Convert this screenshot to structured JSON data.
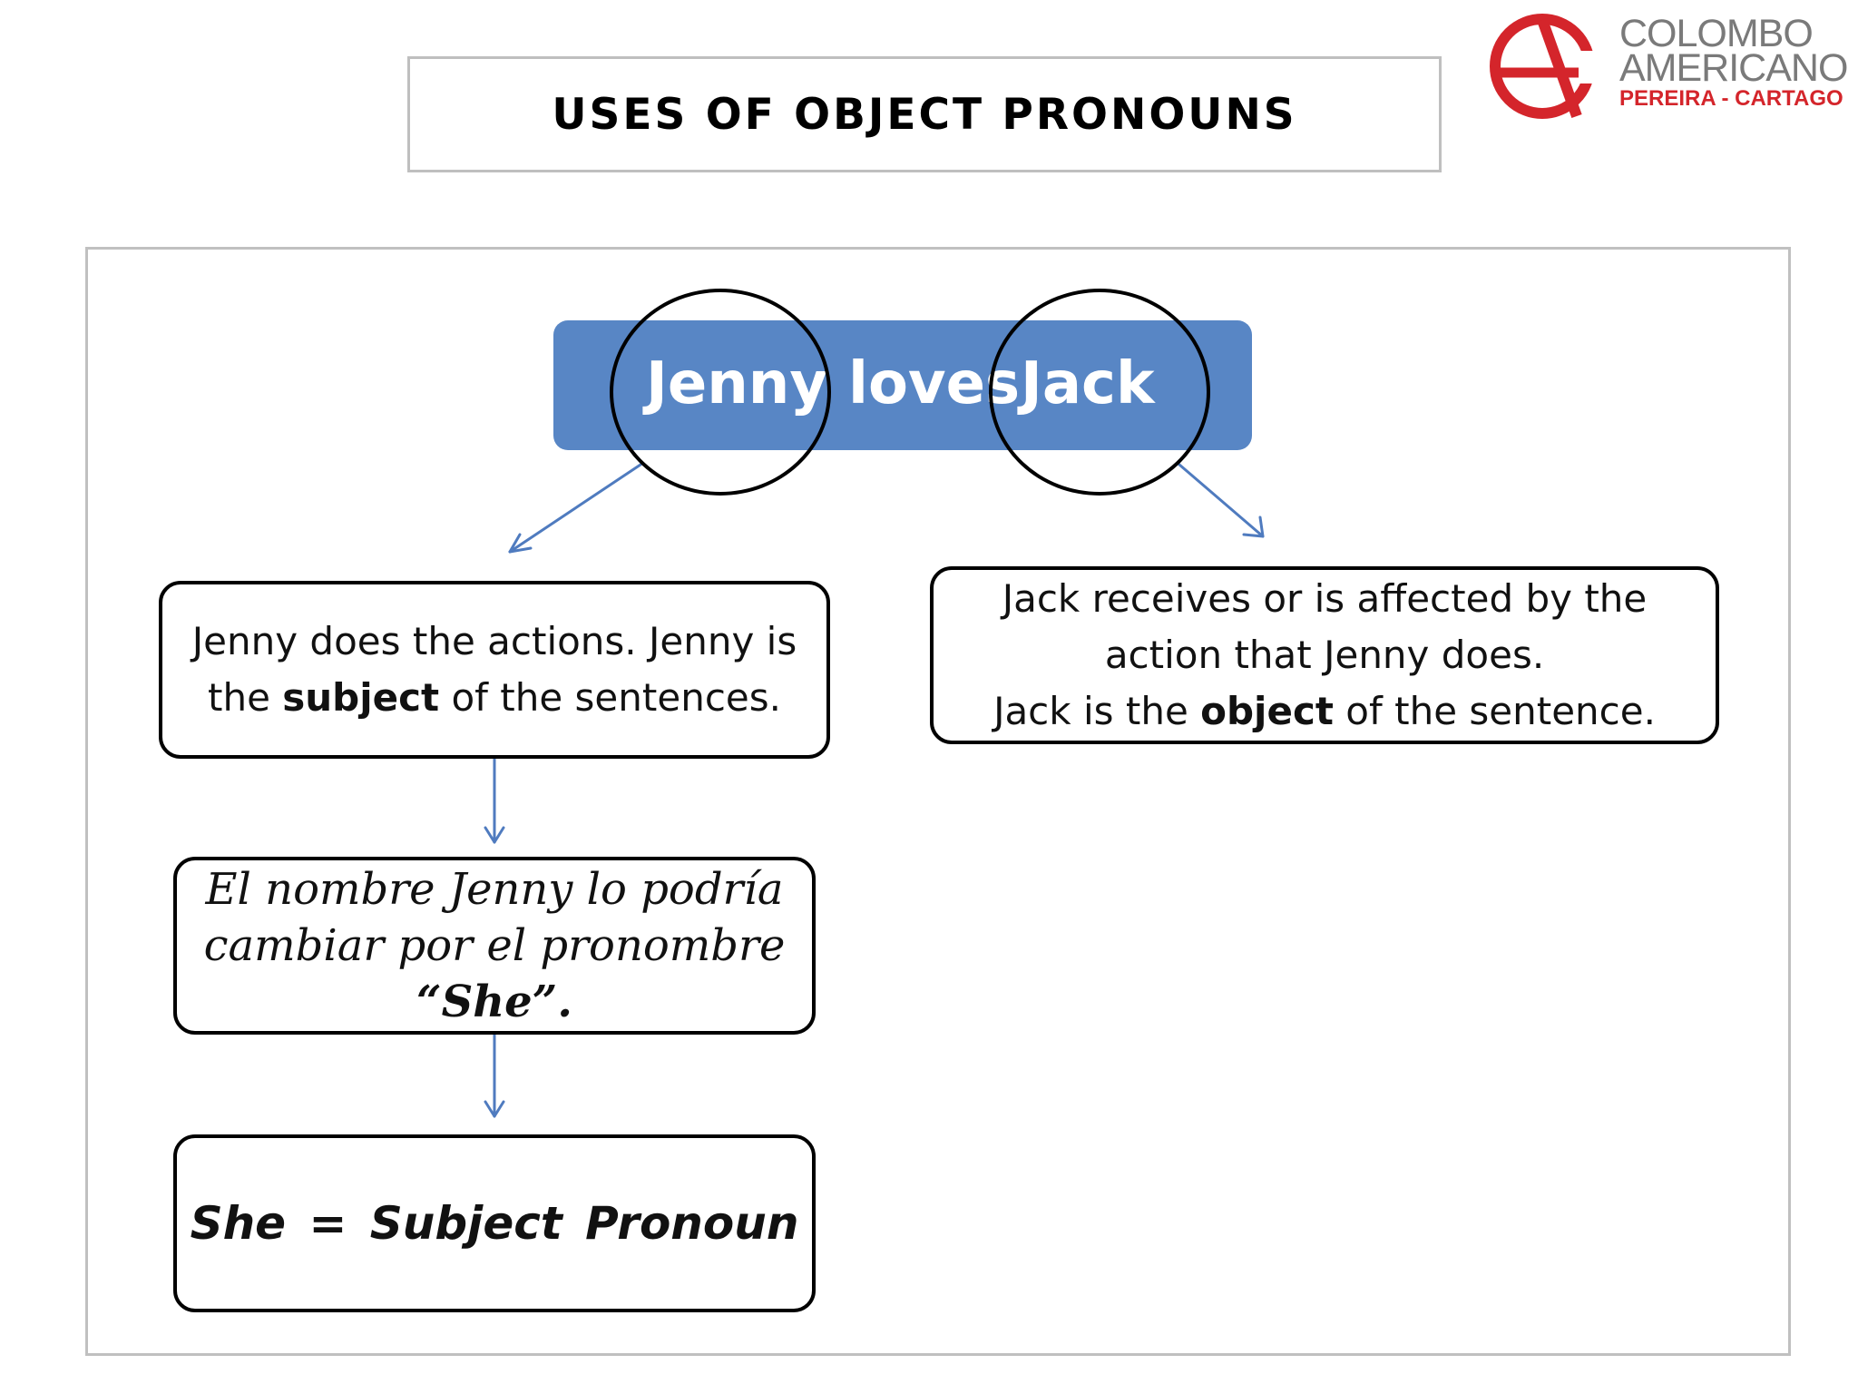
{
  "title": "USES OF OBJECT PRONOUNS",
  "logo": {
    "line1": "COLOMBO",
    "line2": "AMERICANO",
    "line3": "PEREIRA - CARTAGO",
    "brand_color": "#d4252b"
  },
  "sentence": {
    "subject_word": "Jenny",
    "verb_word": "loves",
    "object_word": "Jack",
    "bar_color": "#5886c5"
  },
  "subject_box": {
    "line1": "Jenny does the actions.  Jenny is",
    "line2_pre": "the ",
    "line2_bold": "subject",
    "line2_post": " of the sentences."
  },
  "object_box": {
    "line1": "Jack receives or is affected by the",
    "line2": "action that Jenny does.",
    "line3_pre": "Jack is the ",
    "line3_bold": "object",
    "line3_post": " of the sentence."
  },
  "spanish_box": {
    "line1": "El nombre Jenny lo podría",
    "line2": "cambiar por el pronombre",
    "line3_bold": "“She”",
    "line3_post": "."
  },
  "pronoun_box": {
    "text": "She  =  Subject Pronoun"
  },
  "connector_color": "#4f7bbf"
}
